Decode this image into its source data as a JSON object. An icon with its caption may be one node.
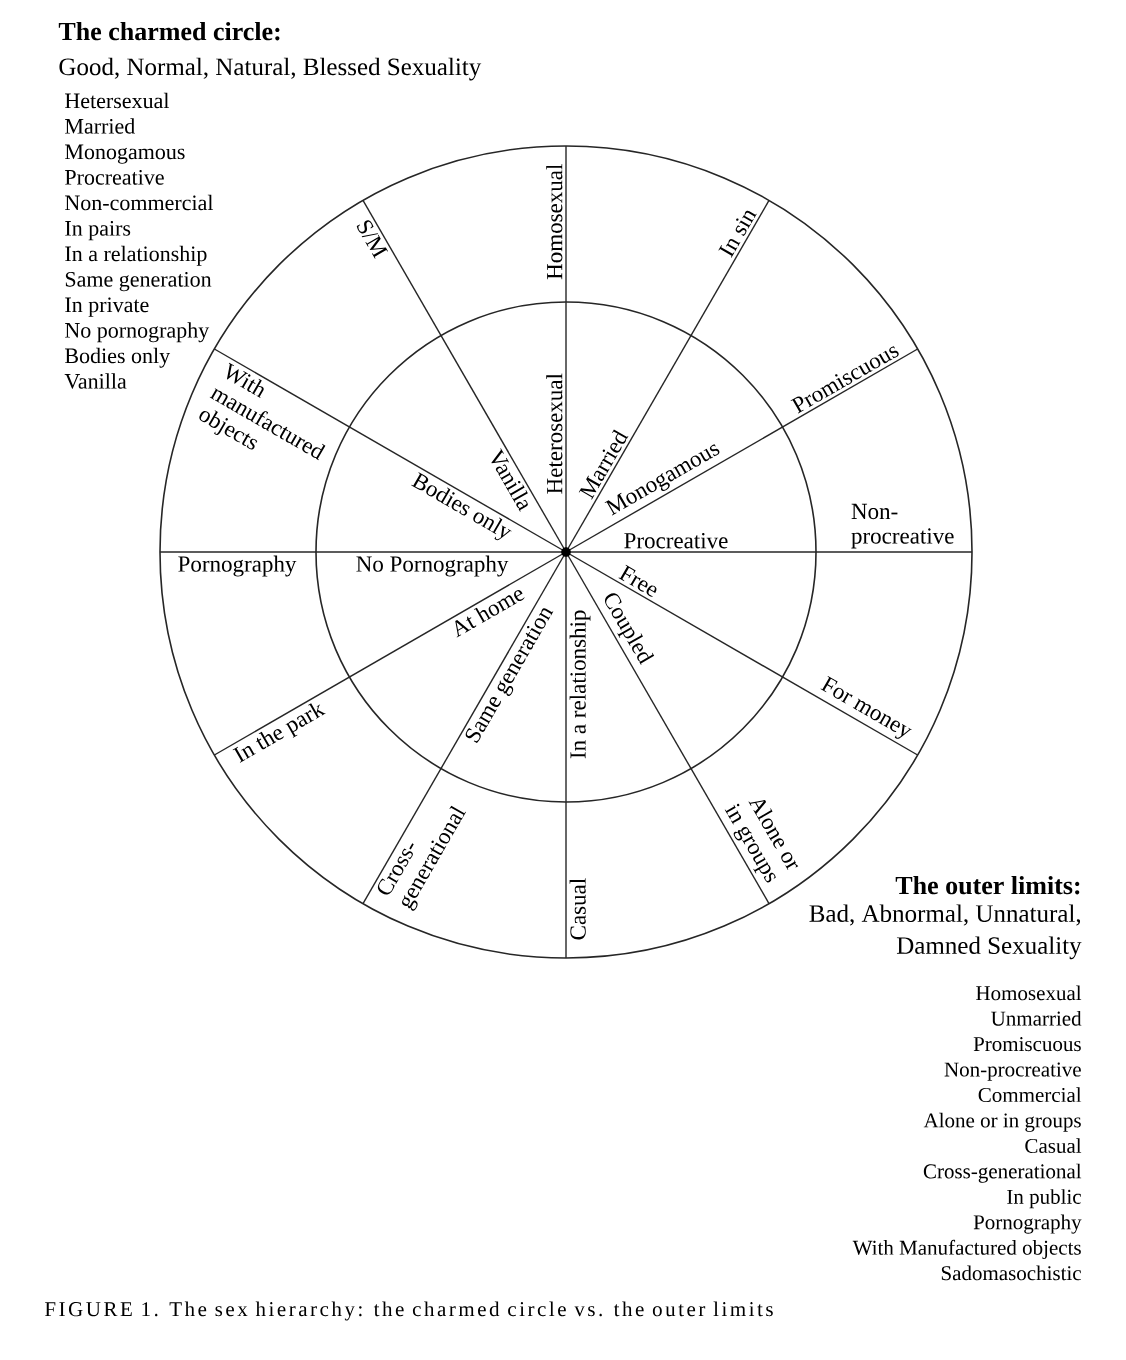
{
  "diagram": {
    "caption": "FIGURE 1. The sex hierarchy: the charmed circle vs. the outer limits",
    "nodes": [
      {
        "text": [
          "Homosexual",
          "In sin",
          "Promiscuous",
          "Non-procreative",
          "For money",
          "Alone or in groups",
          "Casual",
          "Cross-generational",
          "In the park",
          "Pornography",
          "With manufactured objects",
          "S/M"
        ]
      },
      {
        "text": [
          "Heterosexual",
          "Married",
          "Monogamous",
          "Procreative",
          "Free",
          "Coupled",
          "In a relationship",
          "Same generation",
          "At home",
          "No Pornography",
          "Bodies only",
          "Vanilla"
        ],
        "in": 0
      }
    ],
    "labels": [
      "The charmed circle:",
      "Good, Normal, Natural, Blessed Sexuality",
      "Hetersexual",
      "Married",
      "Monogamous",
      "Procreative",
      "Non-commercial",
      "In pairs",
      "In a relationship",
      "Same generation",
      "In private",
      "No pornography",
      "Bodies only",
      "Vanilla",
      "The outer limits:",
      "Bad, Abnormal, Unnatural, Damned Sexuality",
      "Homosexual",
      "Unmarried",
      "Promiscuous",
      "Non-procreative",
      "Commercial",
      "Alone or in groups",
      "Casual",
      "Cross-generational",
      "In public",
      "Pornography",
      "With Manufactured objects",
      "Sadomasochistic"
    ]
  }
}
